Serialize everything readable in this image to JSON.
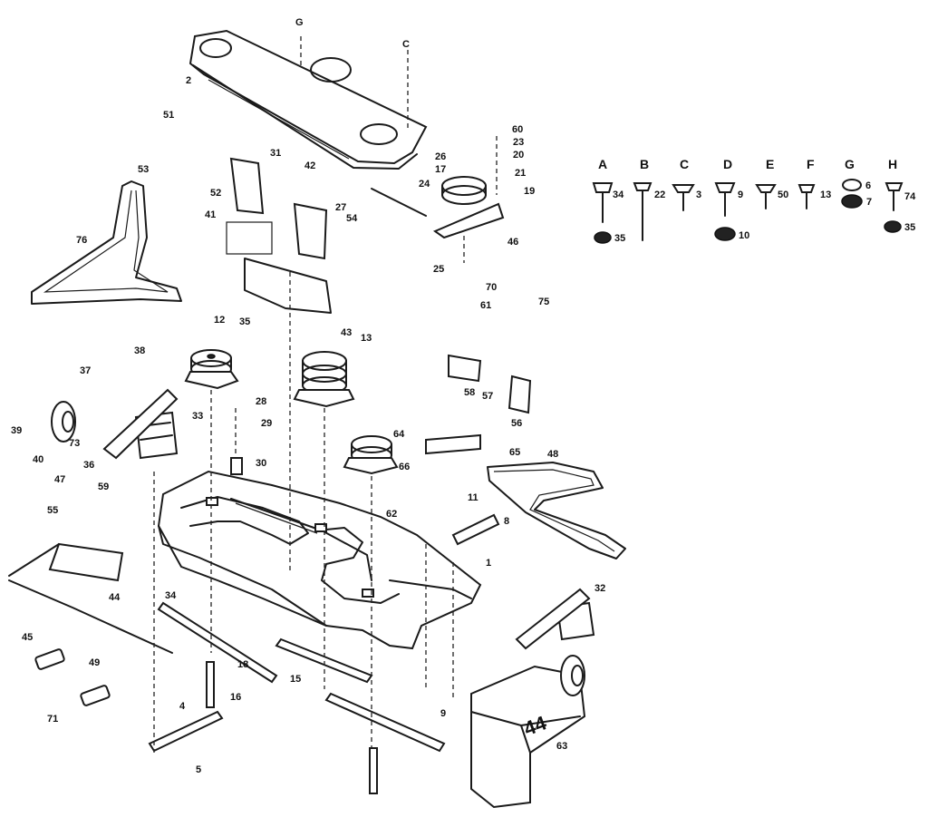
{
  "keys_row": {
    "letters": [
      "A",
      "B",
      "C",
      "D",
      "E",
      "F",
      "G",
      "H"
    ],
    "numbers": [
      "34",
      "22",
      "3",
      "9",
      "50",
      "13",
      "6",
      "74",
      "35",
      "10",
      "7",
      "35"
    ]
  },
  "callouts": [
    "2",
    "G",
    "C",
    "51",
    "31",
    "53",
    "42",
    "52",
    "54",
    "41",
    "60",
    "23",
    "20",
    "26",
    "17",
    "21",
    "24",
    "19",
    "27",
    "76",
    "25",
    "46",
    "70",
    "75",
    "35",
    "43",
    "12",
    "13",
    "38",
    "37",
    "28",
    "29",
    "33",
    "39",
    "40",
    "73",
    "36",
    "30",
    "61",
    "56",
    "57",
    "58",
    "64",
    "65",
    "66",
    "47",
    "59",
    "55",
    "44",
    "45",
    "49",
    "71",
    "34",
    "62",
    "11",
    "8",
    "1",
    "48",
    "32",
    "15",
    "18",
    "16",
    "4",
    "5",
    "9",
    "63"
  ],
  "deck_marking": "44"
}
